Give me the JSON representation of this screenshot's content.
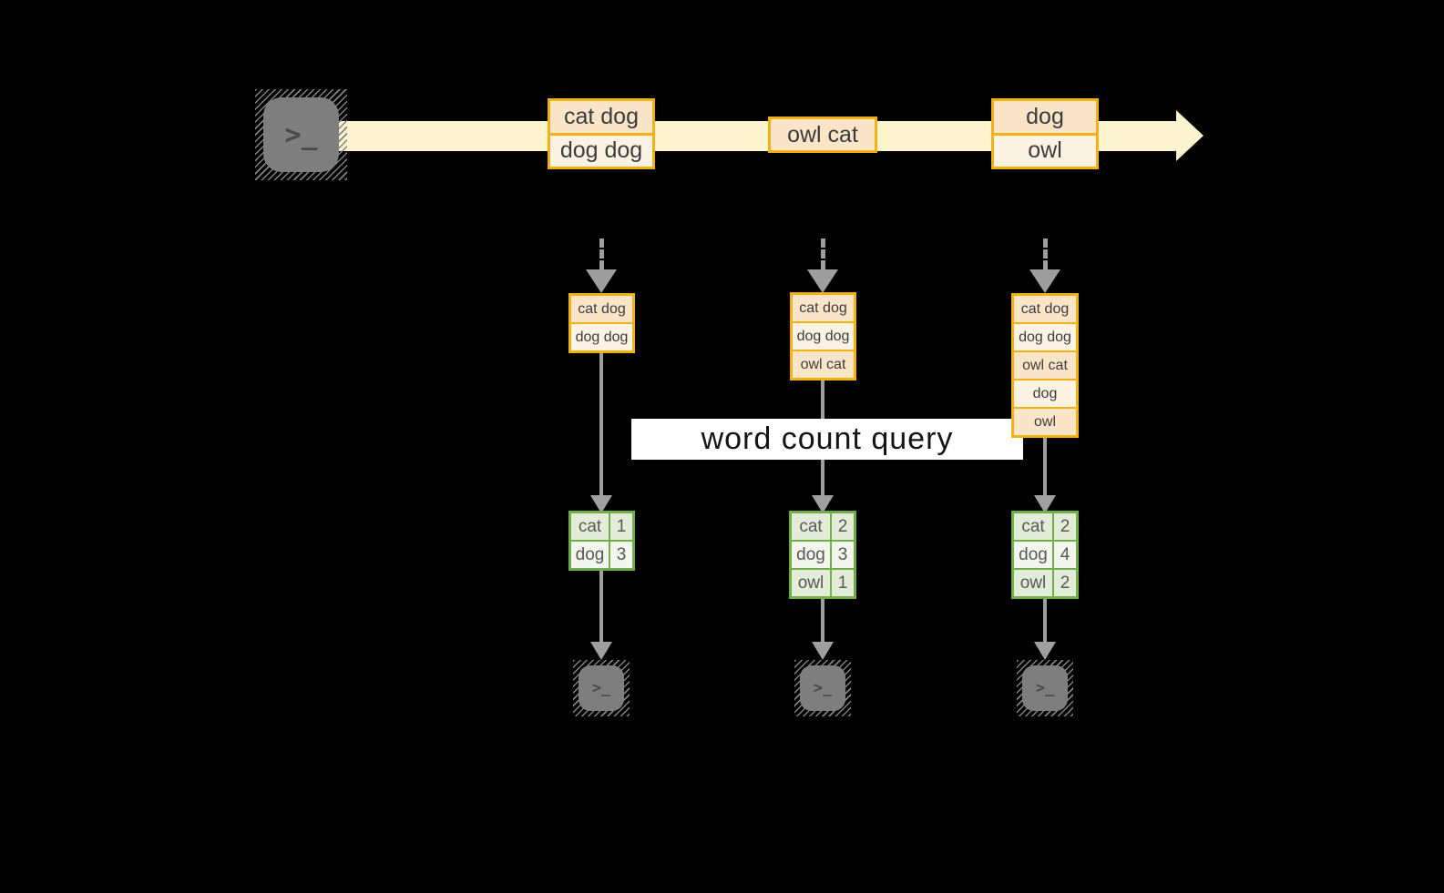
{
  "banner": {
    "label": "word count query"
  },
  "icons": {
    "source_terminal": "terminal-icon",
    "sink_terminal": "terminal-icon",
    "prompt_glyph": ">_"
  },
  "colors": {
    "background": "#000000",
    "stream_band": "#fcf3cf",
    "batch_border": "#f2b214",
    "batch_fill_dark": "#fbe5c9",
    "batch_fill_light": "#fdf3e4",
    "table_border": "#71ad49",
    "table_fill_dark": "#e3ecd9",
    "table_fill_light": "#f2f6ec",
    "arrow_gray": "#9f9f9f"
  },
  "stream": {
    "batches": [
      {
        "rows": [
          "cat dog",
          "dog dog"
        ]
      },
      {
        "rows": [
          "owl cat"
        ]
      },
      {
        "rows": [
          "dog",
          "owl"
        ]
      }
    ]
  },
  "columns": [
    {
      "buffer": [
        "cat dog",
        "dog dog"
      ],
      "counts": [
        {
          "word": "cat",
          "count": "1"
        },
        {
          "word": "dog",
          "count": "3"
        }
      ]
    },
    {
      "buffer": [
        "cat dog",
        "dog dog",
        "owl cat"
      ],
      "counts": [
        {
          "word": "cat",
          "count": "2"
        },
        {
          "word": "dog",
          "count": "3"
        },
        {
          "word": "owl",
          "count": "1"
        }
      ]
    },
    {
      "buffer": [
        "cat dog",
        "dog dog",
        "owl cat",
        "dog",
        "owl"
      ],
      "counts": [
        {
          "word": "cat",
          "count": "2"
        },
        {
          "word": "dog",
          "count": "4"
        },
        {
          "word": "owl",
          "count": "2"
        }
      ]
    }
  ]
}
